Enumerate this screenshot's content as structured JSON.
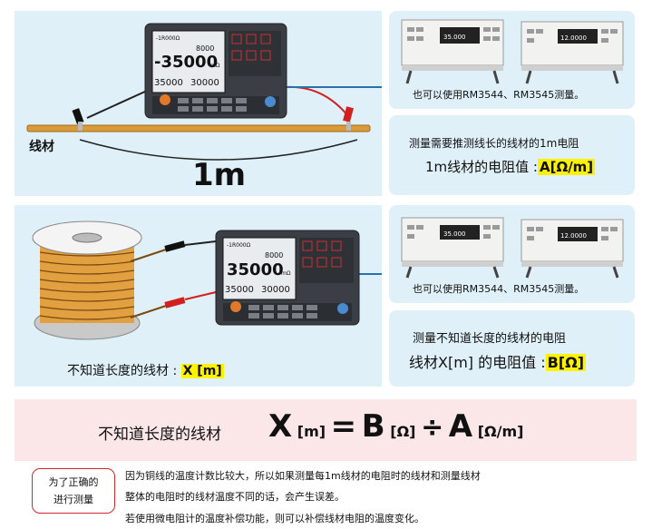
{
  "colors": {
    "panel_bg": "#dff0f8",
    "formula_bg": "#fbe7e8",
    "highlight": "#fff200",
    "badge_border": "#d0282c",
    "wire": "#c98a2e"
  },
  "top": {
    "label_wire": "线材",
    "length_label": "1m",
    "meter_display": {
      "header": "-1R000Ω",
      "main": "-35000",
      "unit": "mΩ",
      "sub_left": "35000",
      "sub_right": "30000",
      "mid": "8000"
    },
    "alt_caption": "也可以使用RM3544、RM3545测量。",
    "alt_display_left": "35.000",
    "alt_display_right": "12.0000",
    "desc_line1": "测量需要推测线长的线材的1m电阻",
    "desc_line2_text": "1m线材的电阻值 :",
    "desc_line2_value": "A[Ω/m]"
  },
  "bottom": {
    "label_text": "不知道长度的线材 :",
    "label_value": "X [m]",
    "meter_display": {
      "header": "-1R000Ω",
      "main": "35000",
      "unit": "mΩ",
      "sub_left": "35000",
      "sub_right": "30000",
      "mid": "8000"
    },
    "alt_caption": "也可以使用RM3544、RM3545测量。",
    "alt_display_left": "35.000",
    "alt_display_right": "12.0000",
    "desc_line1": "测量不知道长度的线材的电阻",
    "desc_line2_text": "线材X[m] 的电阻值 :",
    "desc_line2_value": "B[Ω]"
  },
  "formula": {
    "label": "不知道长度的线材",
    "x": "X",
    "x_unit": "[m]",
    "eq": "=",
    "b": "B",
    "b_unit": "[Ω]",
    "div": "÷",
    "a": "A",
    "a_unit": "[Ω/m]"
  },
  "notes": {
    "badge_line1": "为了正确的",
    "badge_line2": "进行测量",
    "line1": "因为铜线的温度计数比较大，所以如果测量每1m线材的电阻时的线材和测量线材",
    "line2": "整体的电阻时的线材温度不同的话，会产生误差。",
    "line3": "若使用微电阻计的温度补偿功能，则可以补偿线材电阻的温度变化。"
  }
}
